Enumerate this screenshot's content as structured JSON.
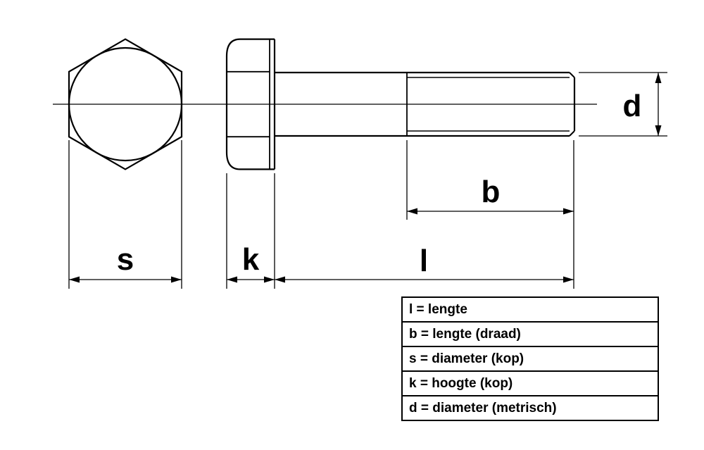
{
  "diagram": {
    "labels": {
      "s": "s",
      "k": "k",
      "l": "l",
      "b": "b",
      "d": "d"
    },
    "colors": {
      "line": "#000000",
      "background": "#ffffff"
    }
  },
  "legend": {
    "rows": [
      {
        "text": "l = lengte"
      },
      {
        "text": "b = lengte (draad)"
      },
      {
        "text": "s = diameter (kop)"
      },
      {
        "text": "k = hoogte (kop)"
      },
      {
        "text": "d = diameter (metrisch)"
      }
    ]
  }
}
